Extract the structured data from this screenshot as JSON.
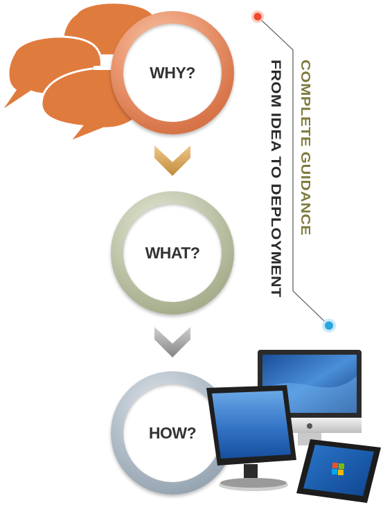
{
  "steps": [
    {
      "label": "WHY?",
      "color": "#d9774c"
    },
    {
      "label": "WHAT?",
      "color": "#a6ae8d"
    },
    {
      "label": "HOW?",
      "color": "#98a6b3"
    }
  ],
  "tagline": "COMPLETE GUIDANCE",
  "subtitle": "FROM IDEA TO DEPLOYMENT",
  "colors": {
    "speech_bubbles": "#e07b3e",
    "chevron_1": "#d6a45e",
    "chevron_2": "#9a9a9a",
    "dot_top": "#f04a2f",
    "dot_bottom": "#2aa6e0",
    "connector_line": "#555555"
  },
  "icons": [
    "speech-bubbles-icon",
    "chevron-down-icon",
    "imac-icon",
    "desktop-monitor-icon",
    "tablet-icon",
    "windows-logo-icon",
    "apple-logo-icon"
  ]
}
